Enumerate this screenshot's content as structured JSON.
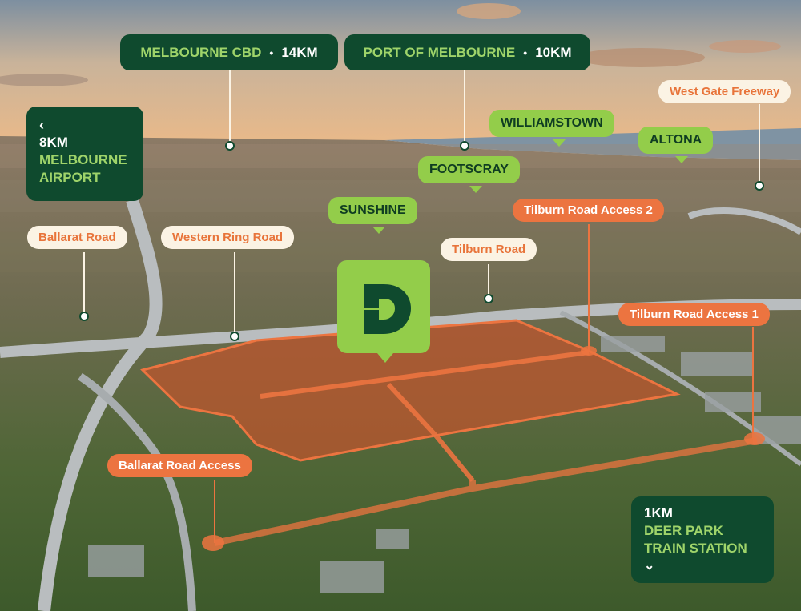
{
  "distance_labels": {
    "melbourne_cbd": {
      "name": "MELBOURNE CBD",
      "distance": "14KM"
    },
    "port_of_melbourne": {
      "name": "PORT OF MELBOURNE",
      "distance": "10KM"
    },
    "airport": {
      "distance": "8KM",
      "name_line1": "MELBOURNE",
      "name_line2": "AIRPORT"
    },
    "train": {
      "distance": "1KM",
      "name_line1": "DEER PARK",
      "name_line2": "TRAIN STATION"
    }
  },
  "suburbs": {
    "williamstown": "WILLIAMSTOWN",
    "altona": "ALTONA",
    "footscray": "FOOTSCRAY",
    "sunshine": "SUNSHINE"
  },
  "roads": {
    "west_gate_freeway": "West Gate Freeway",
    "ballarat_road": "Ballarat Road",
    "western_ring_road": "Western Ring Road",
    "tilburn_road": "Tilburn Road"
  },
  "access_points": {
    "tilburn_access_2": "Tilburn Road Access 2",
    "tilburn_access_1": "Tilburn Road Access 1",
    "ballarat_road_access": "Ballarat Road Access"
  },
  "colors": {
    "dark_green": "#0f4a2e",
    "lime": "#93cd4a",
    "cream": "#fbf3e4",
    "orange": "#ec7440",
    "site_fill": "#c0552c"
  },
  "icons": {
    "logo": "d-logo-icon",
    "left": "chevron-left-icon",
    "down": "chevron-down-icon"
  }
}
